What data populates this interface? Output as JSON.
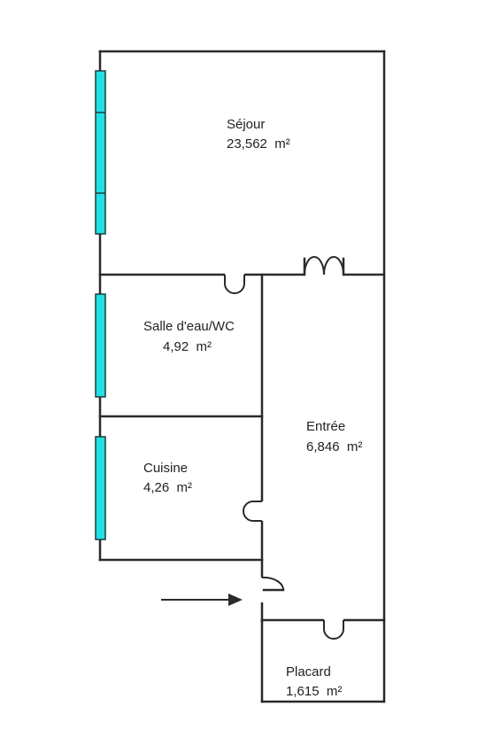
{
  "rooms": {
    "sejour": {
      "name": "Séjour",
      "area": "23,562  m²"
    },
    "salle_eau": {
      "name": "Salle d'eau/WC",
      "area": "4,92  m²"
    },
    "cuisine": {
      "name": "Cuisine",
      "area": "4,26  m²"
    },
    "entree": {
      "name": "Entrée",
      "area": "6,846  m²"
    },
    "placard": {
      "name": "Placard",
      "area": "1,615  m²"
    }
  },
  "colors": {
    "wall": "#2a2a2a",
    "window": "#22e0e6",
    "background": "#ffffff"
  },
  "icons": {
    "entrance": "arrow-right-icon"
  }
}
